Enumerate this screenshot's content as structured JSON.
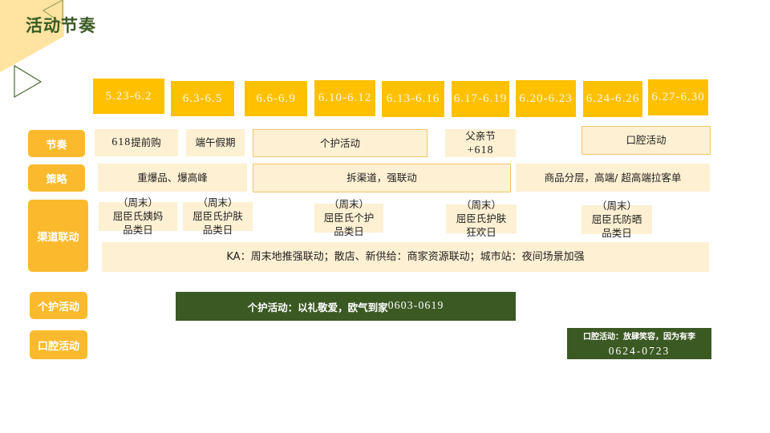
{
  "page": {
    "title": "活动节奏"
  },
  "dates": [
    {
      "label": "5.23-6.2"
    },
    {
      "label": "6.3-6.5"
    },
    {
      "label": "6.6-6.9"
    },
    {
      "label": "6.10-6.12"
    },
    {
      "label": "6.13-6.16"
    },
    {
      "label": "6.17-6.19"
    },
    {
      "label": "6.20-6.23"
    },
    {
      "label": "6.24-6.26"
    },
    {
      "label": "6.27-6.30"
    }
  ],
  "rows": {
    "rhythm": {
      "label": "节奏",
      "cells": [
        {
          "num": "618",
          "text": "提前购"
        },
        {
          "text": "端午假期"
        },
        {
          "text": "个护活动"
        },
        {
          "line1": "父亲节",
          "line2": "+618"
        },
        {
          "text": "口腔活动"
        }
      ]
    },
    "strategy": {
      "label": "策略",
      "cells": [
        {
          "text": "重爆品、爆高峰"
        },
        {
          "text": "拆渠道，强联动"
        },
        {
          "text": "商品分层，高端/ 超高端拉客单"
        }
      ]
    },
    "channel": {
      "label": "渠道联动",
      "cells": [
        {
          "line1": "（周末）",
          "line2": "屈臣氏姨妈",
          "line3": "品类日"
        },
        {
          "line1": "（周末）",
          "line2": "屈臣氏护肤",
          "line3": "品类日"
        },
        {
          "line1": "（周末）",
          "line2": "屈臣氏个护",
          "line3": "品类日"
        },
        {
          "line1": "（周末）",
          "line2": "屈臣氏护肤",
          "line3": "狂欢日"
        },
        {
          "line1": "（周末）",
          "line2": "屈臣氏防晒",
          "line3": "品类日"
        }
      ],
      "ka_text": "KA：周末地推强联动；散店、新供给：商家资源联动；城市站：夜间场景加强"
    }
  },
  "campaigns": {
    "personal_care": {
      "label": "个护活动",
      "bar_text": "个护活动：以礼敬爱，欧气到家",
      "bar_dates": "0603-0619"
    },
    "oral_care": {
      "label": "口腔活动",
      "bar_text": "口腔活动：放肆笑容，因为有李",
      "bar_dates": "0624-0723"
    }
  },
  "colors": {
    "accent_yellow": "#FFC000",
    "label_orange": "#FBBA2E",
    "cell_cream": "#FEF0D2",
    "dark_green": "#3B5923",
    "deco_light": "#FFE3A0"
  }
}
